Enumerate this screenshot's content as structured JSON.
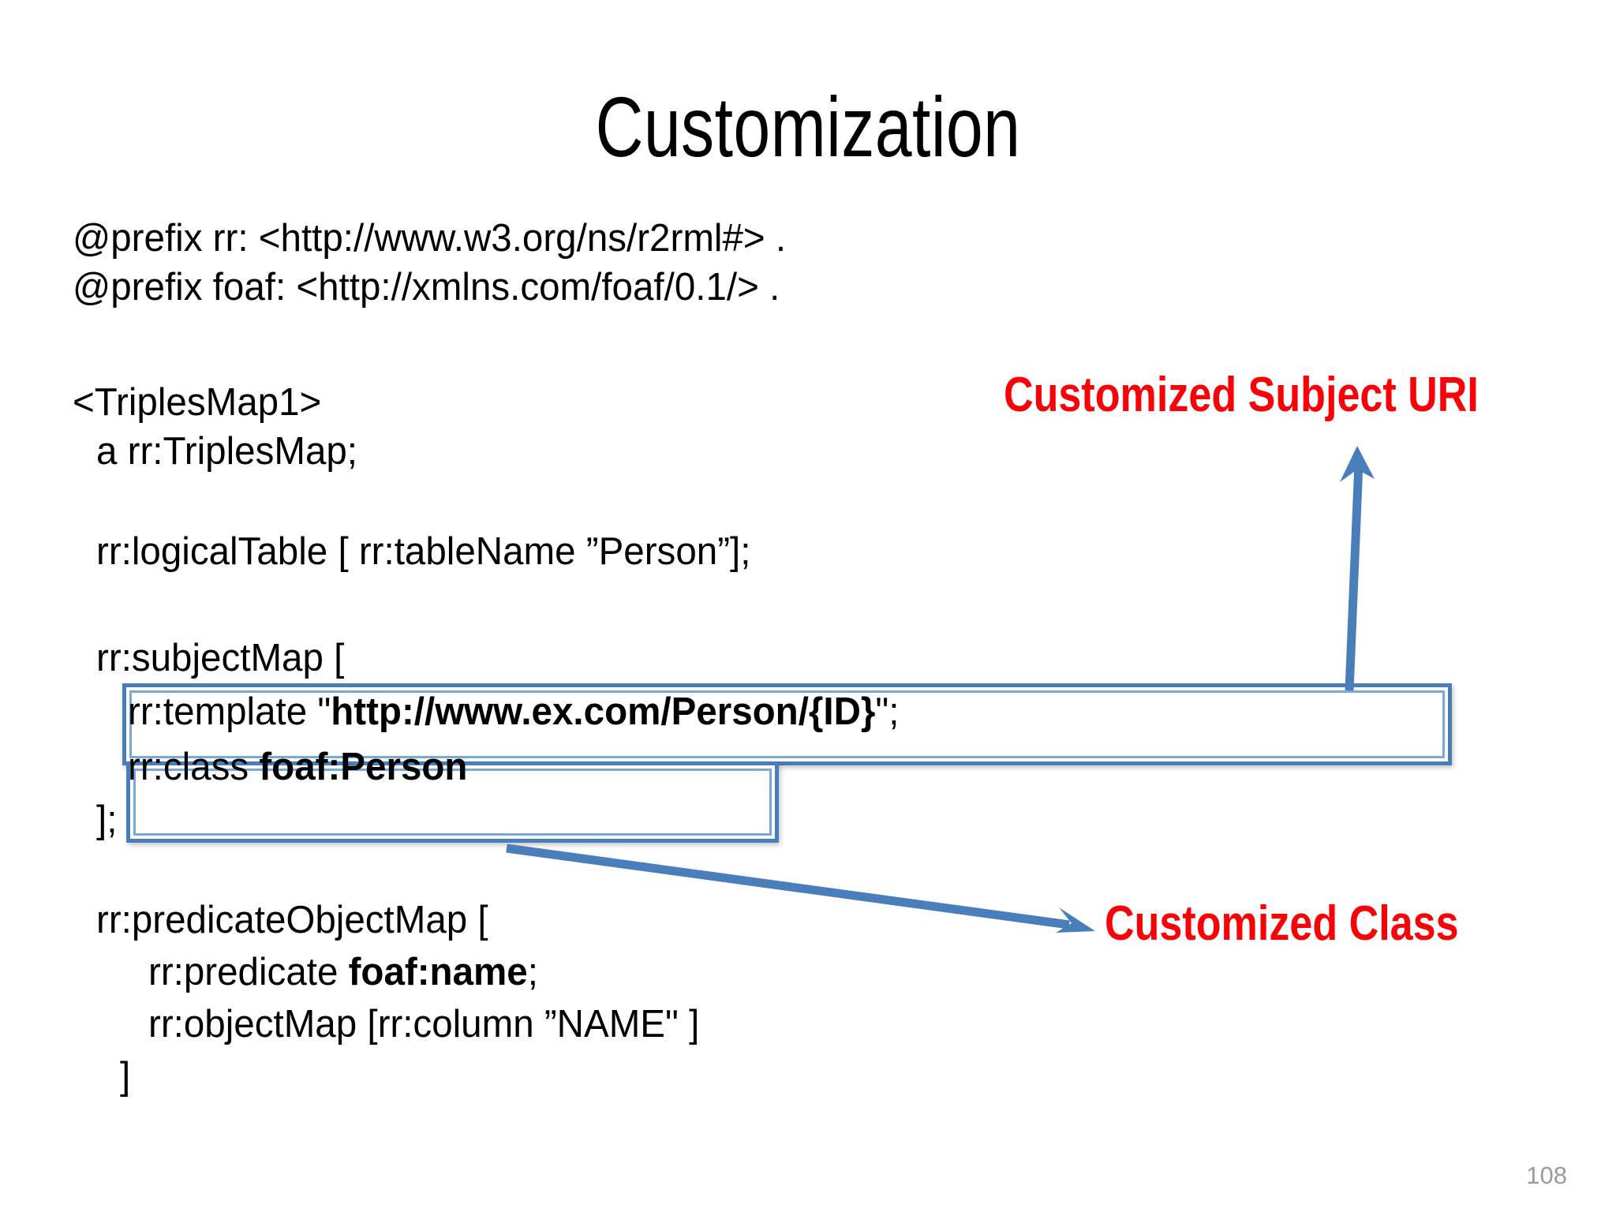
{
  "slide": {
    "title": "Customization",
    "page_number": "108",
    "background_color": "#ffffff",
    "accent_blue": "#4a7ebb",
    "annotation_red": "#fa0007",
    "page_number_color": "#9a9a9a"
  },
  "code": {
    "prefix_rr": "@prefix rr: <http://www.w3.org/ns/r2rml#> .",
    "prefix_foaf": "@prefix foaf: <http://xmlns.com/foaf/0.1/> .",
    "triples_map_open": "<TriplesMap1>",
    "a_triples_map": "a rr:TriplesMap;",
    "logical_table": "rr:logicalTable [ rr:tableName ”Person”];",
    "subject_map_open": "rr:subjectMap [",
    "template_prefix": "rr:template \"",
    "template_value": "http://www.ex.com/Person/{ID}",
    "template_suffix": "\";",
    "class_prefix": "rr:class ",
    "class_value": "foaf:Person",
    "subject_map_close": "];",
    "predicate_object_map_open": "rr:predicateObjectMap [",
    "predicate_prefix": "rr:predicate ",
    "predicate_value": "foaf:name",
    "predicate_suffix": ";",
    "object_map": "rr:objectMap [rr:column ”NAME\" ]",
    "predicate_object_map_close": "]"
  },
  "annotations": {
    "subject_uri_label": "Customized Subject URI",
    "class_label": "Customized Class"
  },
  "icons": {
    "arrow_up": "arrow-up-icon",
    "arrow_down_right": "arrow-down-right-icon"
  }
}
